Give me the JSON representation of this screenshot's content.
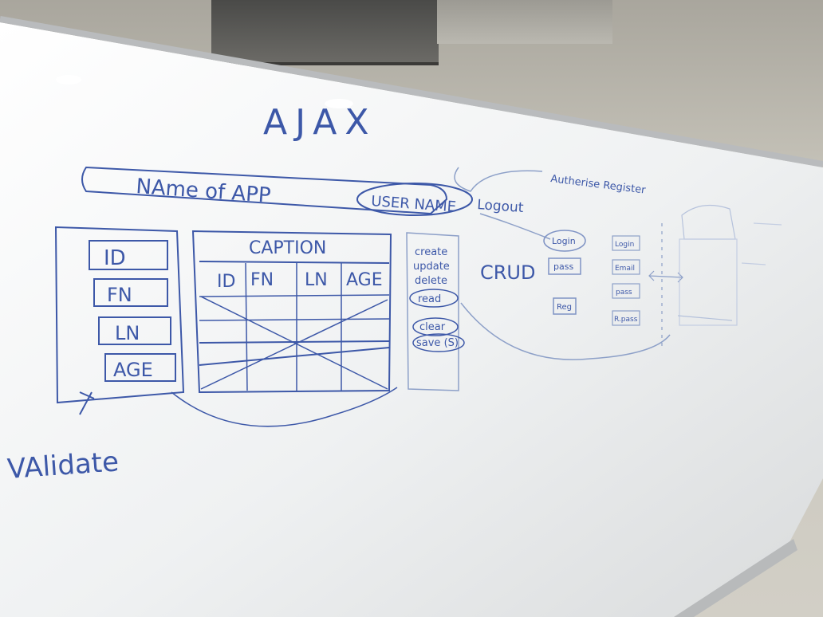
{
  "colors": {
    "board": "#f2f3f4",
    "ink_blue": "#3d58a8",
    "ink_faint": "#8da0c8",
    "frame": "#c9cbcd",
    "wall": "#c7c4ba"
  },
  "whiteboard": {
    "title": "AJAX",
    "header": {
      "app_name": "NAme of APP",
      "username": "USER NAME",
      "logout": "Logout",
      "auth_links": "Autherise Register"
    },
    "form": {
      "fields": [
        "ID",
        "FN",
        "LN",
        "AGE"
      ],
      "validate": "VAlidate"
    },
    "table": {
      "caption": "CAPTION",
      "columns": [
        "ID",
        "FN",
        "LN",
        "AGE"
      ]
    },
    "actions": {
      "items": [
        "create",
        "update",
        "delete",
        "read"
      ],
      "secondary": [
        "clear",
        "save (S)"
      ],
      "label": "CRUD"
    },
    "auth_panel": {
      "login": "Login",
      "pass": "pass",
      "reg": "Reg"
    },
    "register_panel": {
      "items": [
        "Login",
        "Email",
        "pass",
        "R.pass"
      ]
    }
  }
}
